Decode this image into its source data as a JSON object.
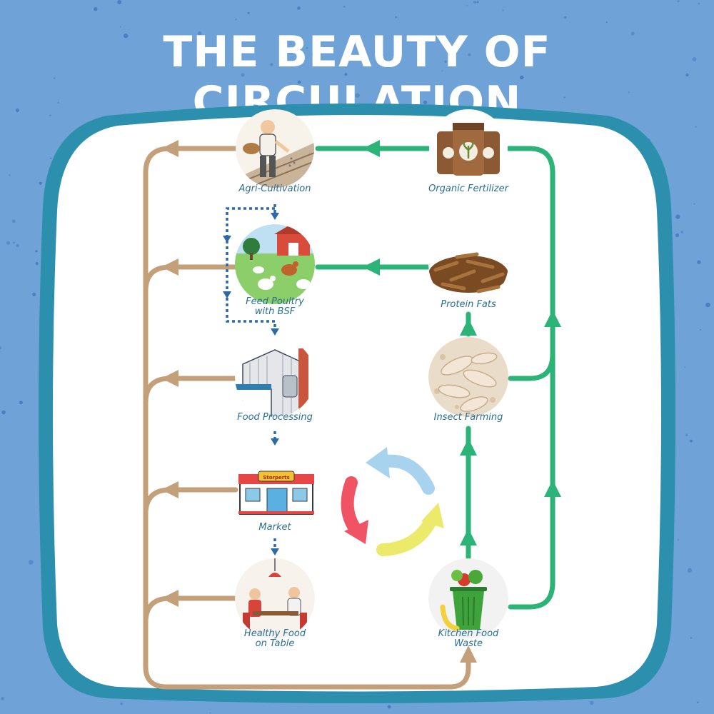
{
  "title": "THE BEAUTY OF CIRCULATION",
  "nodes": {
    "agri": {
      "label": "Agri-Cultivation",
      "icon": "farmer-sowing-icon"
    },
    "fertilizer": {
      "label": "Organic Fertilizer",
      "icon": "fertilizer-sacks-icon"
    },
    "poultry": {
      "label_line1": "Feed Poultry",
      "label_line2": "with BSF",
      "icon": "poultry-farm-icon"
    },
    "protein": {
      "label": "Protein Fats",
      "icon": "dried-larvae-icon"
    },
    "processing": {
      "label": "Food Processing",
      "icon": "factory-icon"
    },
    "insect": {
      "label": "Insect Farming",
      "icon": "larvae-icon"
    },
    "market": {
      "label": "Market",
      "icon": "store-icon",
      "sign": "Storperts"
    },
    "table": {
      "label_line1": "Healthy Food",
      "label_line2": "on Table",
      "icon": "dining-people-icon"
    },
    "waste": {
      "label_line1": "Kitchen Food",
      "label_line2": "Waste",
      "icon": "food-waste-bin-icon"
    }
  },
  "center_icon": "recycle-arrows-icon",
  "colors": {
    "background": "#6fa3d8",
    "frame": "#2b8fad",
    "panel": "#ffffff",
    "green_flow": "#2bb378",
    "brown_flow": "#c4a07a",
    "dotted_flow": "#2d6aa5",
    "label": "#2a6e95"
  }
}
